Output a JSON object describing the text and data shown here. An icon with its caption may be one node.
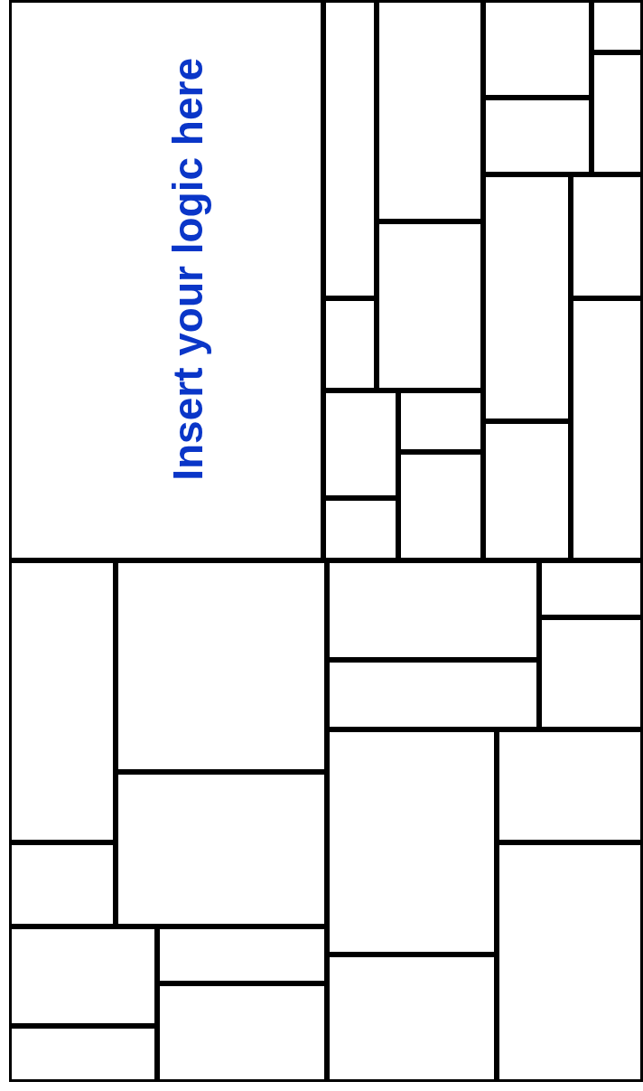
{
  "diagram": {
    "nodes": [
      {
        "text": [
          "Insert your logic here"
        ]
      },
      {
        "text": [],
        "shape": "box"
      },
      {
        "text": [],
        "shape": "box"
      },
      {
        "text": [],
        "shape": "box"
      },
      {
        "text": [],
        "shape": "box"
      },
      {
        "text": [],
        "shape": "box"
      },
      {
        "text": [],
        "shape": "box"
      },
      {
        "text": [],
        "shape": "box"
      },
      {
        "text": [],
        "shape": "box"
      },
      {
        "text": [],
        "shape": "box"
      },
      {
        "text": [],
        "shape": "box"
      },
      {
        "text": [],
        "shape": "box"
      },
      {
        "text": [],
        "shape": "box"
      },
      {
        "text": [],
        "shape": "box"
      },
      {
        "text": [],
        "shape": "box"
      },
      {
        "text": [],
        "shape": "box"
      },
      {
        "text": [],
        "shape": "box"
      },
      {
        "text": [],
        "shape": "box"
      },
      {
        "text": [],
        "shape": "box"
      },
      {
        "text": [],
        "shape": "box"
      },
      {
        "text": [],
        "shape": "box"
      },
      {
        "text": [],
        "shape": "box"
      },
      {
        "text": [],
        "shape": "box"
      },
      {
        "text": [],
        "shape": "box"
      },
      {
        "text": [],
        "shape": "box"
      },
      {
        "text": [],
        "shape": "box"
      },
      {
        "text": [],
        "shape": "box"
      },
      {
        "text": [],
        "shape": "box"
      },
      {
        "text": [],
        "shape": "box"
      },
      {
        "text": [],
        "shape": "box"
      },
      {
        "text": [],
        "shape": "box"
      },
      {
        "text": [],
        "shape": "box"
      },
      {
        "text": [],
        "shape": "box"
      }
    ]
  }
}
